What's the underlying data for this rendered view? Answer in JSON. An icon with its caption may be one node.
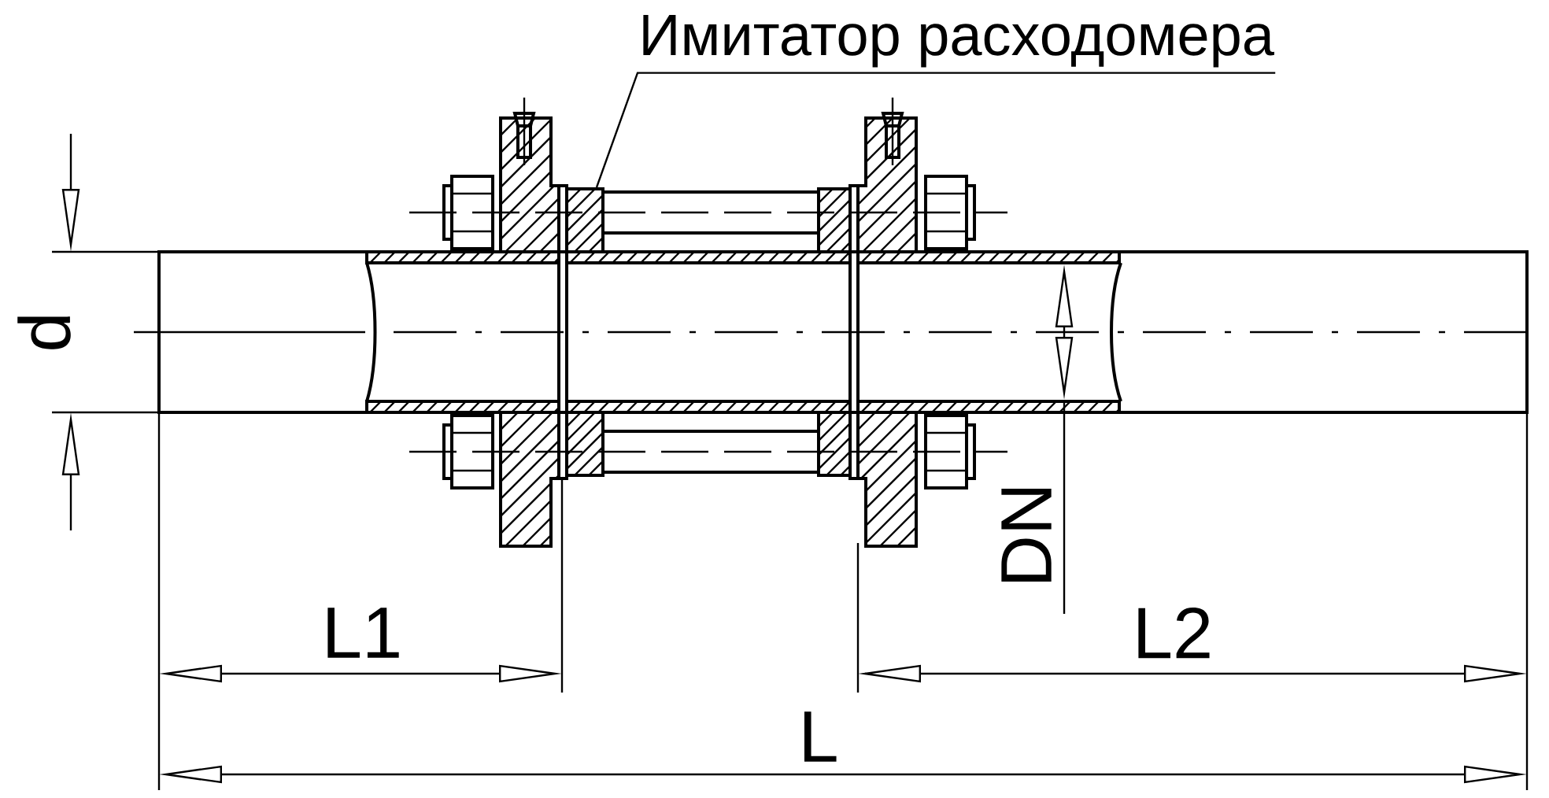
{
  "diagram": {
    "nodes": [
      {
        "text": [
          "Имитатор расходомера"
        ]
      },
      {
        "text": [],
        "shape": "box"
      }
    ],
    "edges": [
      {
        "from": 0,
        "to": 1,
        "arrow": "none"
      }
    ],
    "labels": [
      "d",
      "DN",
      "L1",
      "L2",
      "L"
    ]
  }
}
